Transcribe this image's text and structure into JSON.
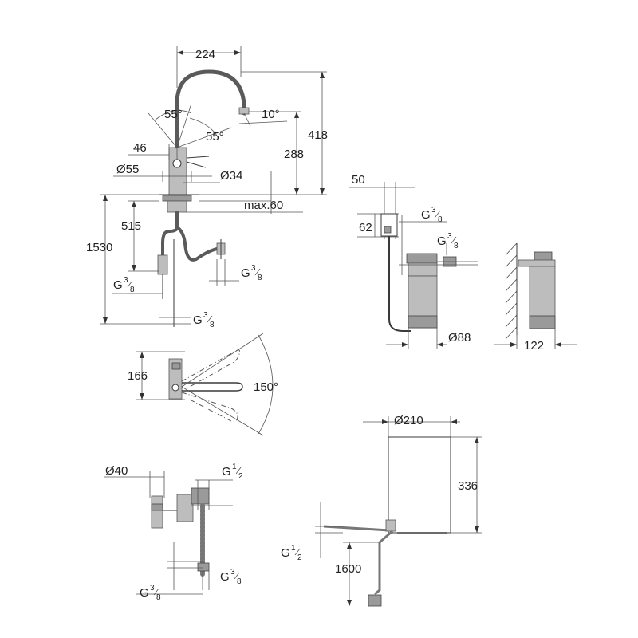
{
  "labels": {
    "width_224": "224",
    "angle_55_left": "55°",
    "angle_55_right": "55°",
    "angle_10": "10°",
    "height_418": "418",
    "height_288": "288",
    "dim_46": "46",
    "dia_55": "Ø55",
    "dia_34": "Ø34",
    "max_60": "max.60",
    "dim_515": "515",
    "dim_1530": "1530",
    "thread_g": "G",
    "frac_3_8_num": "3",
    "frac_3_8_den": "8",
    "frac_1_2_num": "1",
    "frac_1_2_den": "2",
    "dim_50": "50",
    "dim_62": "62",
    "dia_88": "Ø88",
    "dim_122": "122",
    "dim_166": "166",
    "angle_150": "150°",
    "dia_40": "Ø40",
    "dia_210": "Ø210",
    "height_336": "336",
    "length_1600": "1600"
  }
}
